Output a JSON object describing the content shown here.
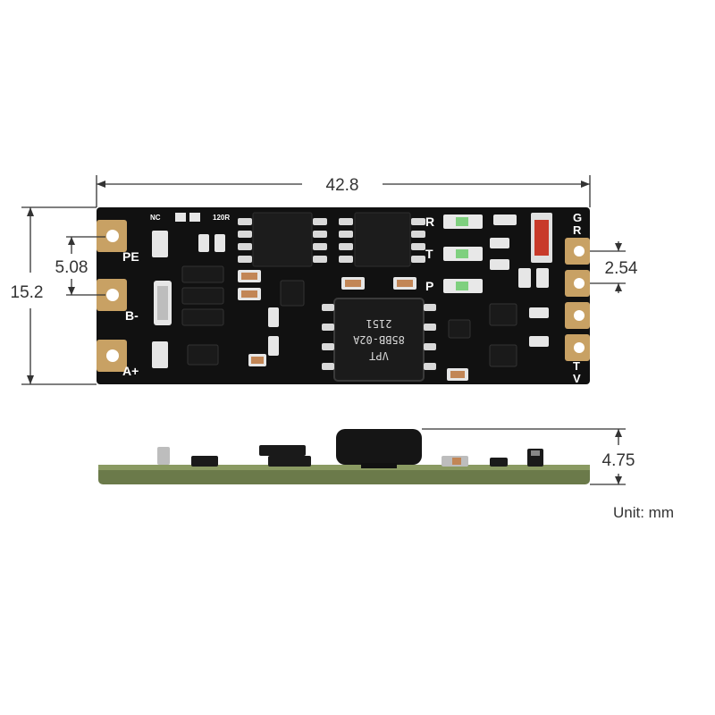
{
  "dimensions": {
    "width": "42.8",
    "height": "15.2",
    "pitch_left": "5.08",
    "pitch_right": "2.54",
    "thickness": "4.75"
  },
  "unit_label": "Unit: mm",
  "left_pins": [
    "PE",
    "B-",
    "A+"
  ],
  "right_pins": [
    "G",
    "R",
    "T",
    "V"
  ],
  "led_labels": [
    "R",
    "T",
    "P"
  ],
  "top_labels": [
    "NC",
    "120R"
  ],
  "transformer": {
    "line1": "VPT",
    "line2": "85BB-02A",
    "line3": "2151"
  },
  "colors": {
    "pcb": "#111111",
    "pad_gold": "#c8a164",
    "pcb_edge": "#6b7a4a",
    "dim_line": "#333333"
  }
}
